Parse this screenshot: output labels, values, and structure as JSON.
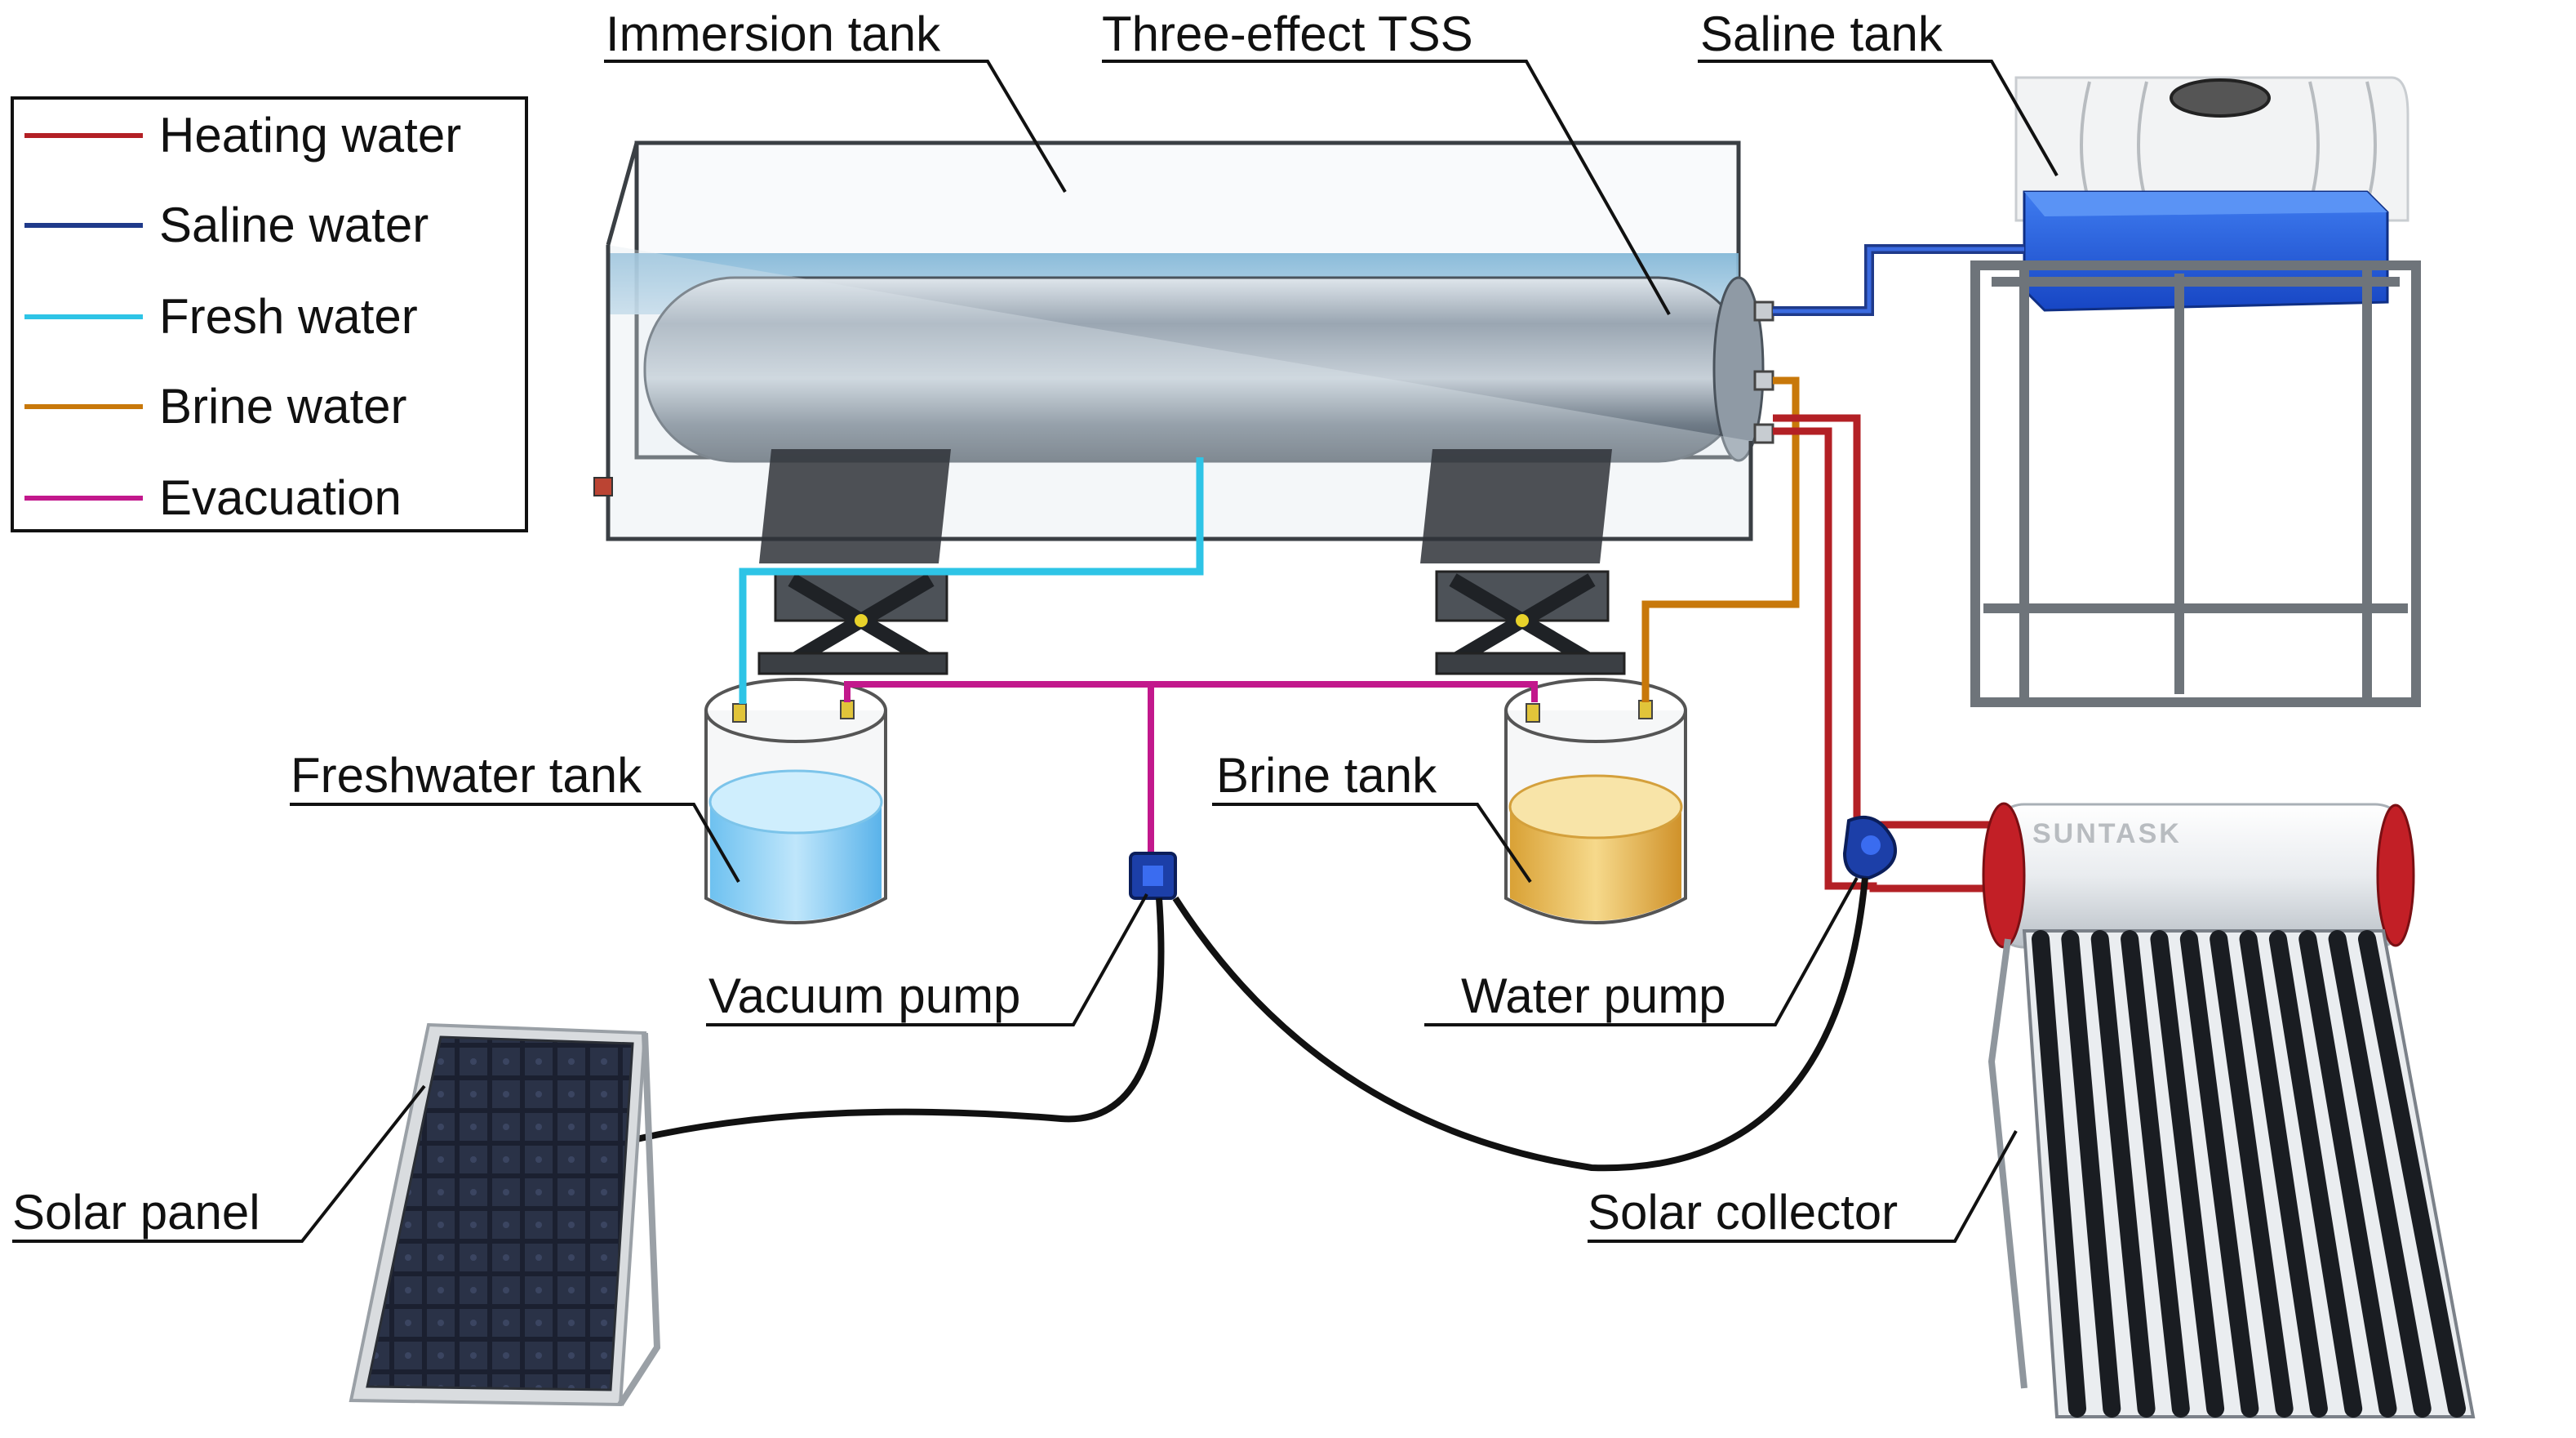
{
  "legend": {
    "items": [
      {
        "label": "Heating water",
        "color": "#b32025"
      },
      {
        "label": "Saline water",
        "color": "#1f3a8a"
      },
      {
        "label": "Fresh water",
        "color": "#2ec4e6"
      },
      {
        "label": "Brine water",
        "color": "#c8780a"
      },
      {
        "label": "Evacuation",
        "color": "#c2188c"
      }
    ]
  },
  "labels": {
    "immersion_tank": "Immersion tank",
    "three_effect_tss": "Three-effect TSS",
    "saline_tank": "Saline tank",
    "freshwater_tank": "Freshwater tank",
    "brine_tank": "Brine tank",
    "vacuum_pump": "Vacuum pump",
    "water_pump": "Water pump",
    "solar_panel": "Solar panel",
    "solar_collector": "Solar collector"
  },
  "collector_brand": "SUNTASK",
  "colors": {
    "heating": "#b32025",
    "saline": "#1f3a8a",
    "fresh": "#2ec4e6",
    "brine": "#c8780a",
    "evacuation": "#c2188c",
    "cable": "#111111"
  }
}
